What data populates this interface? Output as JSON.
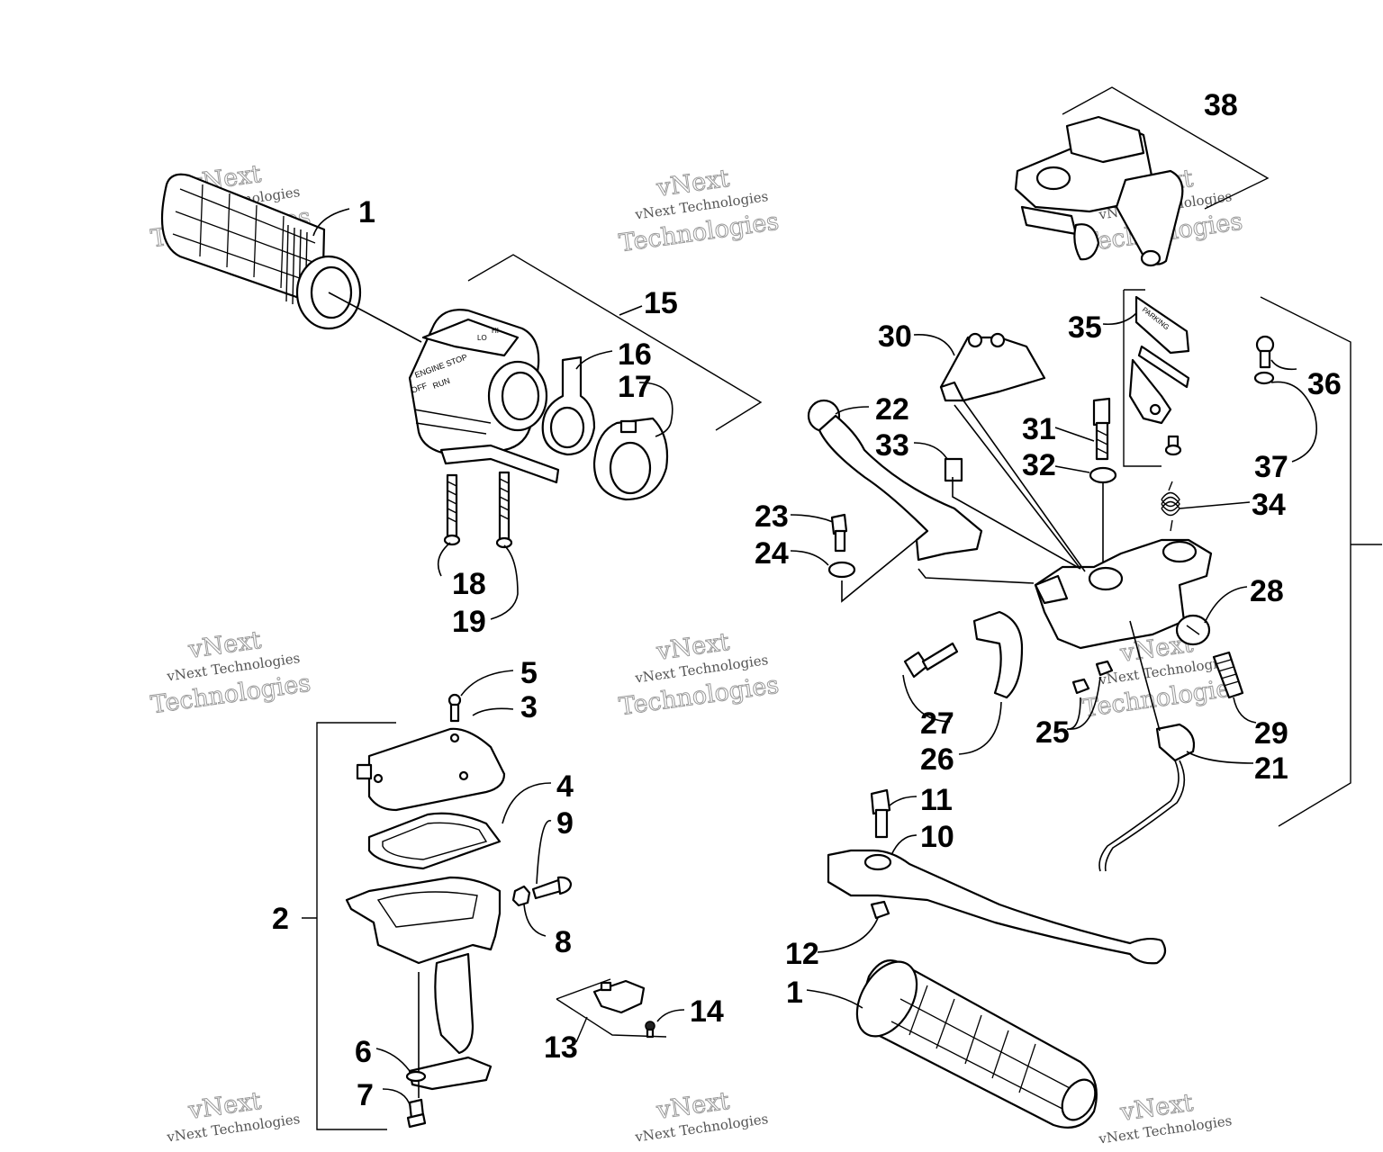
{
  "callouts": [
    {
      "id": "c1a",
      "text": "1"
    },
    {
      "id": "c15",
      "text": "15"
    },
    {
      "id": "c16",
      "text": "16"
    },
    {
      "id": "c17",
      "text": "17"
    },
    {
      "id": "c18",
      "text": "18"
    },
    {
      "id": "c19",
      "text": "19"
    },
    {
      "id": "c5",
      "text": "5"
    },
    {
      "id": "c3",
      "text": "3"
    },
    {
      "id": "c4",
      "text": "4"
    },
    {
      "id": "c9",
      "text": "9"
    },
    {
      "id": "c2",
      "text": "2"
    },
    {
      "id": "c8",
      "text": "8"
    },
    {
      "id": "c6",
      "text": "6"
    },
    {
      "id": "c7",
      "text": "7"
    },
    {
      "id": "c13",
      "text": "13"
    },
    {
      "id": "c14",
      "text": "14"
    },
    {
      "id": "c38",
      "text": "38"
    },
    {
      "id": "c30",
      "text": "30"
    },
    {
      "id": "c35",
      "text": "35"
    },
    {
      "id": "c36",
      "text": "36"
    },
    {
      "id": "c22",
      "text": "22"
    },
    {
      "id": "c33",
      "text": "33"
    },
    {
      "id": "c31",
      "text": "31"
    },
    {
      "id": "c32",
      "text": "32"
    },
    {
      "id": "c37",
      "text": "37"
    },
    {
      "id": "c34",
      "text": "34"
    },
    {
      "id": "c23",
      "text": "23"
    },
    {
      "id": "c24",
      "text": "24"
    },
    {
      "id": "c28",
      "text": "28"
    },
    {
      "id": "c27",
      "text": "27"
    },
    {
      "id": "c26",
      "text": "26"
    },
    {
      "id": "c25",
      "text": "25"
    },
    {
      "id": "c29",
      "text": "29"
    },
    {
      "id": "c21",
      "text": "21"
    },
    {
      "id": "c11",
      "text": "11"
    },
    {
      "id": "c10",
      "text": "10"
    },
    {
      "id": "c12",
      "text": "12"
    },
    {
      "id": "c1b",
      "text": "1"
    }
  ],
  "watermark": {
    "line1": "vNext",
    "line2": "vNext Technologies",
    "line3": "Technologies"
  },
  "switch_markings": {
    "engine_stop": "ENGINE STOP",
    "off": "OFF",
    "run": "RUN",
    "lo": "LO",
    "hi": "HI",
    "parking": "PARKING"
  }
}
